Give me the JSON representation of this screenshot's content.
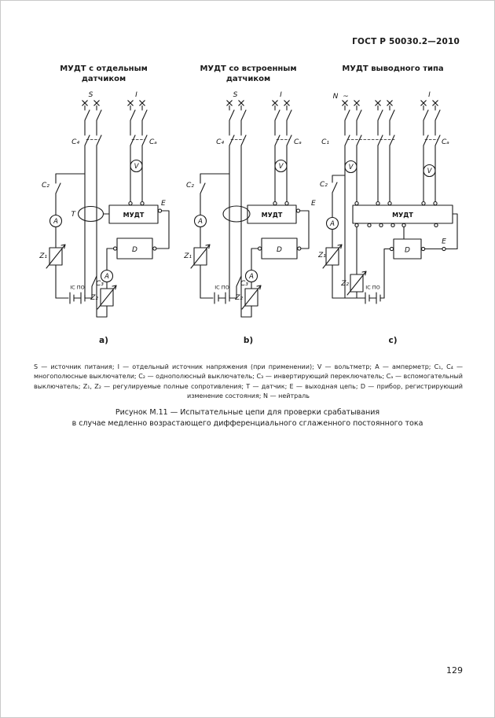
{
  "page": {
    "header": "ГОСТ Р 50030.2—2010",
    "number": "129"
  },
  "figure": {
    "diagrams": [
      {
        "title1": "МУДТ с отдельным",
        "title2": "датчиком",
        "label": "a)"
      },
      {
        "title1": "МУДТ со встроенным",
        "title2": "датчиком",
        "label": "b)"
      },
      {
        "title1": "МУДТ выводного типа",
        "title2": "",
        "label": "c)"
      }
    ],
    "symbols": {
      "S": "S",
      "I": "I",
      "V": "V",
      "A": "A",
      "T": "T",
      "E": "E",
      "D": "D",
      "N": "N",
      "ac": "~",
      "C1": "C₁",
      "C2": "C₂",
      "C3": "C₃",
      "C4": "C₄",
      "Ca": "Cₐ",
      "Z1": "Z₁",
      "Z2": "Z₂",
      "mudt": "МУДТ",
      "battery": "IС ПО"
    },
    "legend": "S — источник питания; I — отдельный источник напряжения (при применении); V — вольтметр; А — амперметр; C₁, C₄ — многополюсные выключатели; C₂ — однополюсный выключатель; C₃ — инвертирующий переключатель; Cₐ — вспомогательный выключатель; Z₁, Z₂ — регулируемые полные сопротивления; T — датчик; E — выходная цепь; D — прибор, регистрирующий изменение состояния; N — нейтраль",
    "caption1": "Рисунок М.11 — Испытательные цепи для проверки срабатывания",
    "caption2": "в случае медленно возрастающего дифференциального сглаженного постоянного тока"
  }
}
